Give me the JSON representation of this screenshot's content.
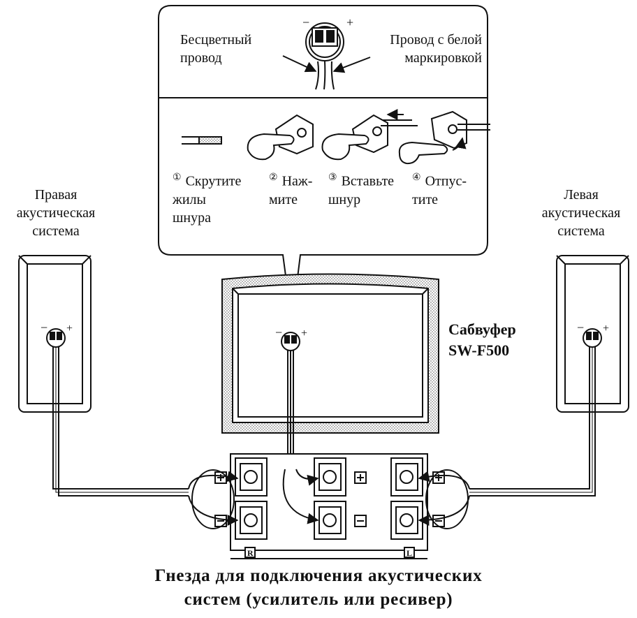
{
  "callout": {
    "wire_left": "Бесцветный\nпровод",
    "wire_right": "Провод с белой\nмаркировкой"
  },
  "steps": [
    {
      "num": "①",
      "text": "Скрутите\nжилы\nшнура"
    },
    {
      "num": "②",
      "text": "Наж-\nмите"
    },
    {
      "num": "③",
      "text": "Вставьте\nшнур"
    },
    {
      "num": "④",
      "text": "Отпус-\nтите"
    }
  ],
  "speakers": {
    "right_label": "Правая\nакустическая\nсистема",
    "left_label": "Левая\nакустическая\nсистема"
  },
  "subwoofer": {
    "name": "Сабвуфер",
    "model": "SW-F500"
  },
  "panel": {
    "r_label": "R",
    "l_label": "L",
    "plus": "+",
    "minus": "−"
  },
  "caption": "Гнезда для подключения акустических\nсистем (усилитель или ресивер)"
}
